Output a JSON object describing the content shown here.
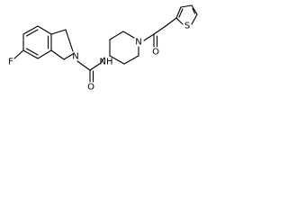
{
  "molecule": {
    "atoms": {
      "fluorine": "F",
      "indoline_nitrogen": "N",
      "amide_nitrogen": "NH",
      "carbonyl_oxygen_amide": "O",
      "piperidine_nitrogen": "N",
      "carbonyl_oxygen_acyl": "O",
      "thiophene_sulfur": "S"
    }
  }
}
